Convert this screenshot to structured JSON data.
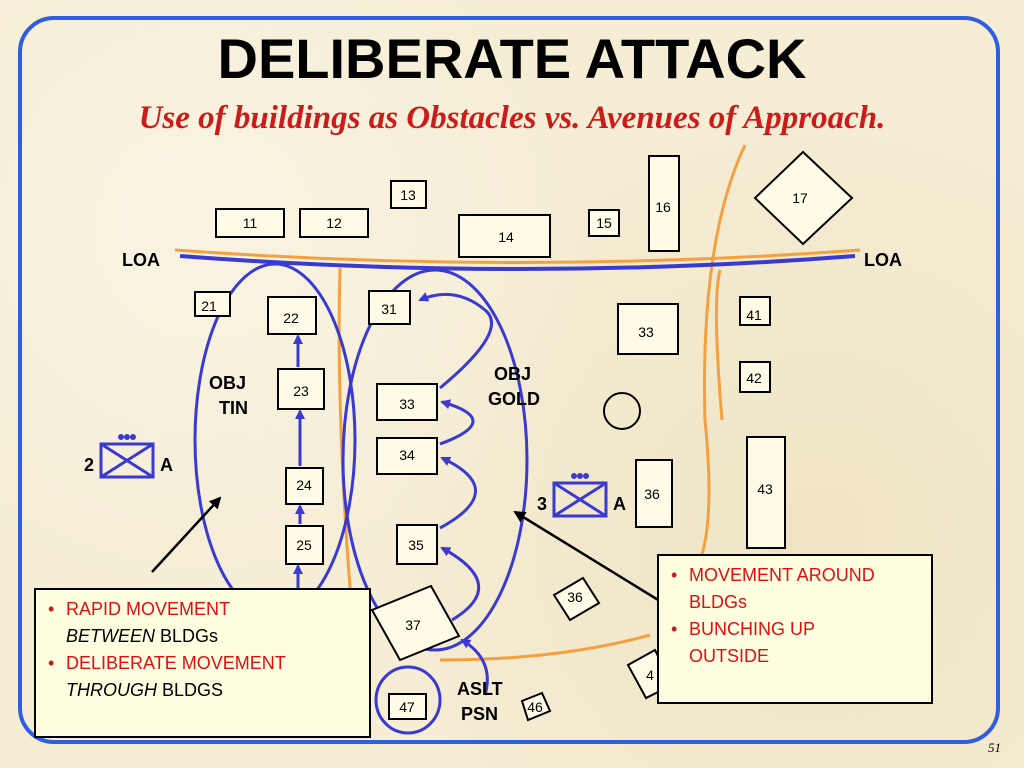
{
  "slide": {
    "title": "DELIBERATE ATTACK",
    "subtitle": "Use of buildings as Obstacles vs. Avenues of Approach.",
    "page_number": "51",
    "colors": {
      "frame": "#2f5fe0",
      "title": "#000000",
      "subtitle": "#cc1b1b",
      "route_blue": "#3a3ad0",
      "route_orange": "#f5a040",
      "callout_text": "#e01010",
      "callout_bg": "#fffde0",
      "background": "#f5edd4"
    }
  },
  "diagram": {
    "loa_left": "LOA",
    "loa_right": "LOA",
    "obj_tin": [
      "OBJ",
      "TIN"
    ],
    "obj_gold": [
      "OBJ",
      "GOLD"
    ],
    "aslt_psn": [
      "ASLT",
      "PSN"
    ],
    "unit_2": {
      "number": "2",
      "letter": "A",
      "icon": "infantry-platoon-symbol"
    },
    "unit_3": {
      "number": "3",
      "letter": "A",
      "icon": "infantry-platoon-symbol"
    },
    "buildings": {
      "b11": "11",
      "b12": "12",
      "b13": "13",
      "b14": "14",
      "b15": "15",
      "b16": "16",
      "b17": "17",
      "b21": "21",
      "b22": "22",
      "b23": "23",
      "b24": "24",
      "b25": "25",
      "b31": "31",
      "b33a": "33",
      "b33b": "33",
      "b34": "34",
      "b35": "35",
      "b36a": "36",
      "b36b": "36",
      "b37": "37",
      "b41": "41",
      "b42": "42",
      "b43": "43",
      "b44": "4",
      "b46": "46",
      "b47": "47"
    }
  },
  "callouts": {
    "left": {
      "line1_red": "RAPID MOVEMENT",
      "line2_italic": "BETWEEN",
      "line2_rest": " BLDGs",
      "line3_red": "DELIBERATE MOVEMENT",
      "line4_italic": "THROUGH",
      "line4_rest": " BLDGS"
    },
    "right": {
      "line1": "MOVEMENT AROUND",
      "line2": "BLDGs",
      "line3": "BUNCHING UP",
      "line4": "OUTSIDE"
    }
  }
}
